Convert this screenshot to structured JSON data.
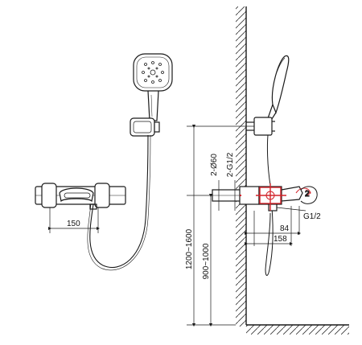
{
  "colors": {
    "line": "#1a1a1a",
    "accent": "#d2232a",
    "hatch": "#333333"
  },
  "dimensions": {
    "mixer_width": "150",
    "outlet_diameter": "2-Ø60",
    "inlet_thread": "2-G1/2",
    "height_total": "1200~1600",
    "height_mixer": "900~1000",
    "depth_short": "84",
    "depth_long": "158",
    "lower_thread": "G1/2"
  }
}
